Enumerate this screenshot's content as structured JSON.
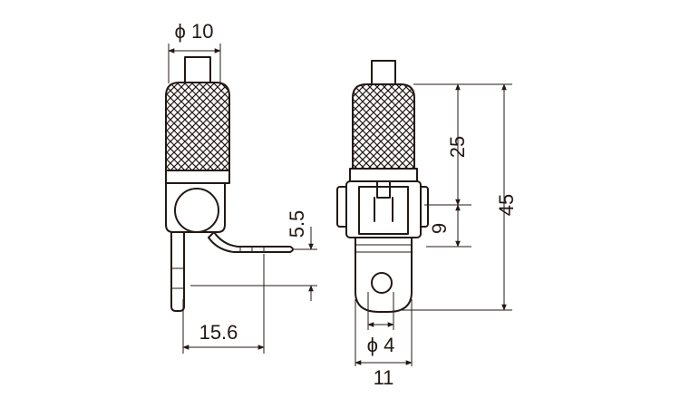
{
  "figure": {
    "dimensions": {
      "phi10": "ϕ 10",
      "d5_5": "5.5",
      "d15_6": "15.6",
      "d25": "25",
      "d9": "9",
      "d45": "45",
      "phi4": "ϕ 4",
      "d11": "11"
    }
  }
}
